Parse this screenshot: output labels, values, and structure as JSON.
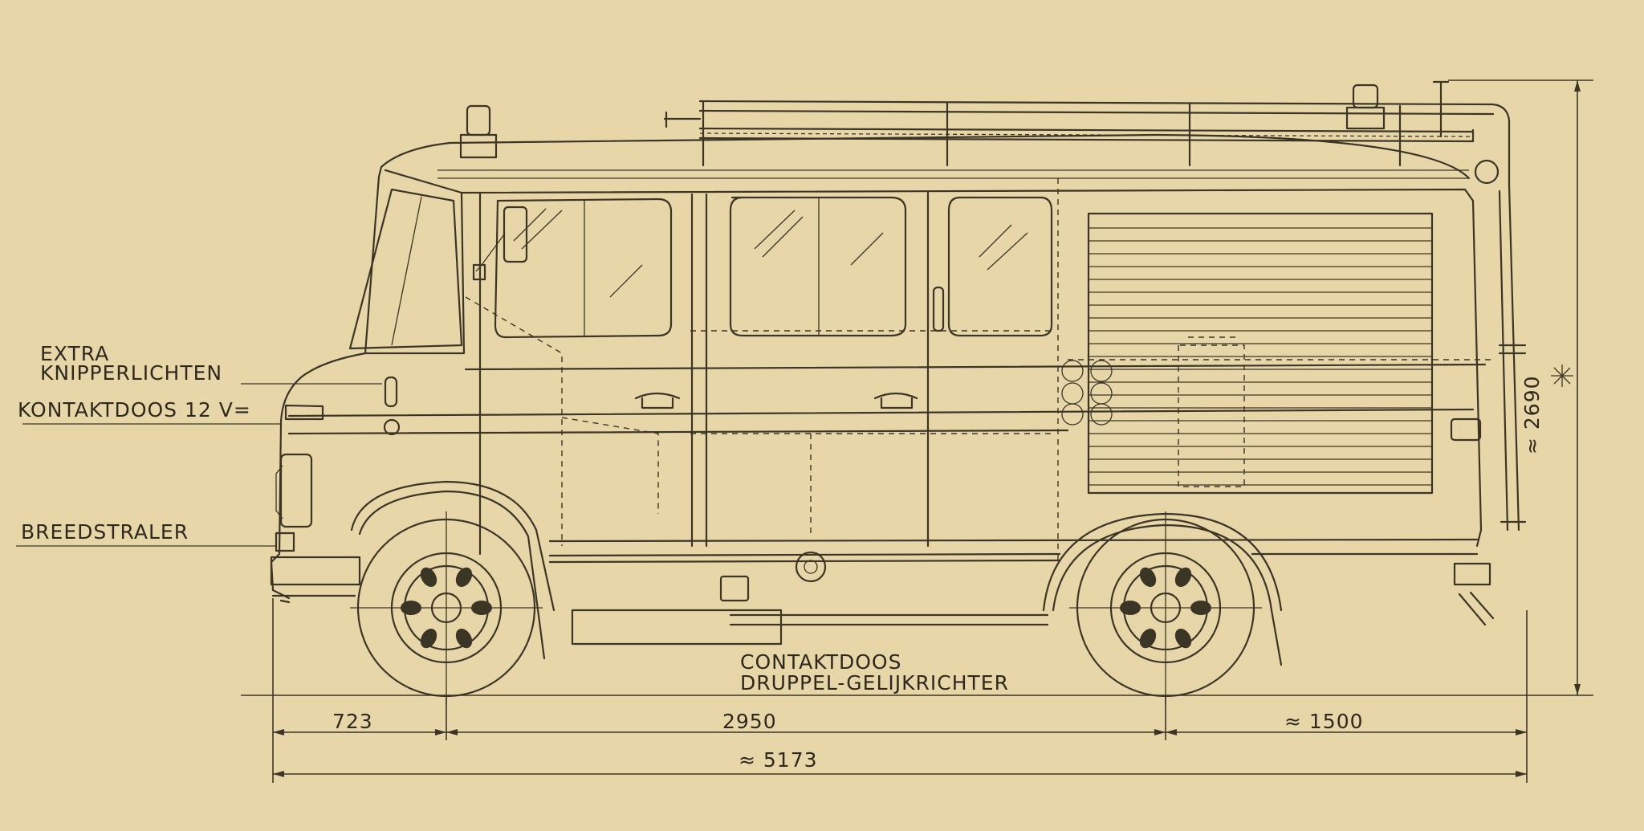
{
  "labels": {
    "extra_1": "EXTRA",
    "extra_2": "KNIPPERLICHTEN",
    "kontaktdoos": "KONTAKTDOOS 12 V=",
    "breedstraler": "BREEDSTRALER",
    "contaktdoos_1": "CONTAKTDOOS",
    "contaktdoos_2": "DRUPPEL-GELIJKRICHTER"
  },
  "dimensions": {
    "front_overhang": "723",
    "wheelbase": "2950",
    "rear_overhang": "≈ 1500",
    "total_length": "≈ 5173",
    "height": "≈ 2690"
  },
  "colors": {
    "paper": "#e7d6a8",
    "ink": "#3b3526"
  }
}
